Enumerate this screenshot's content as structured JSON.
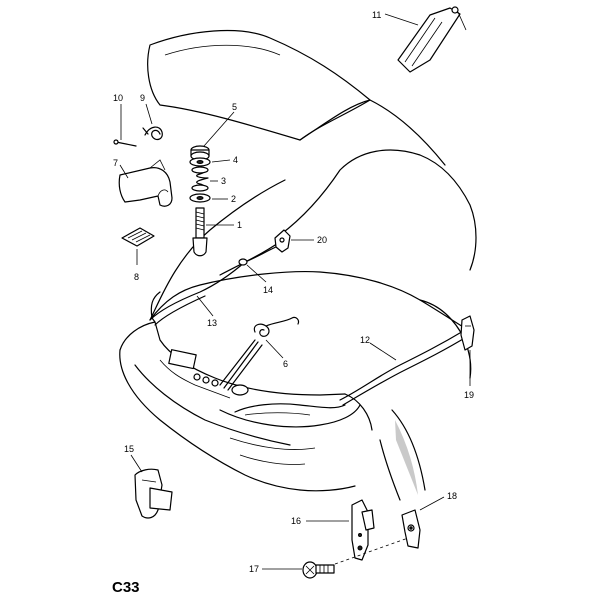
{
  "diagram": {
    "code": "C33",
    "callouts": {
      "p1": "1",
      "p2": "2",
      "p3": "3",
      "p4": "4",
      "p5": "5",
      "p6": "6",
      "p7": "7",
      "p8": "8",
      "p9": "9",
      "p10": "10",
      "p11": "11",
      "p12": "12",
      "p13": "13",
      "p14": "14",
      "p15": "15",
      "p16": "16",
      "p17": "17",
      "p18": "18",
      "p19": "19",
      "p20": "20"
    }
  }
}
